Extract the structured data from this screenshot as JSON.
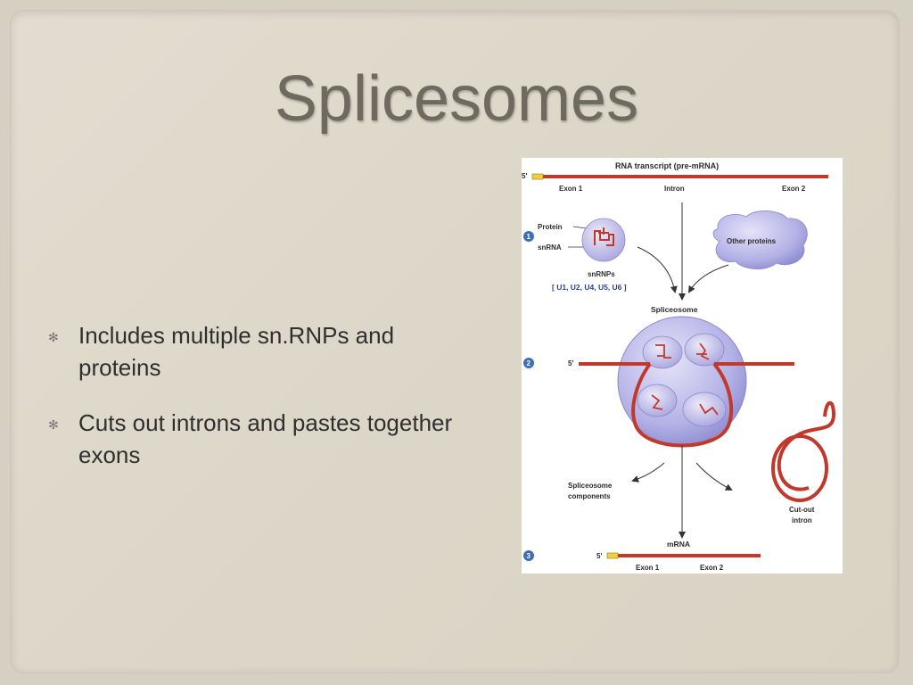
{
  "slide": {
    "title": "Splicesomes",
    "bullets": [
      "Includes multiple sn.RNPs and proteins",
      "Cuts out introns and pastes together exons"
    ]
  },
  "figure": {
    "header": "RNA transcript (pre-mRNA)",
    "five_prime": "5'",
    "exon1": "Exon 1",
    "intron": "Intron",
    "exon2": "Exon 2",
    "step1": "1",
    "step2": "2",
    "step3": "3",
    "protein": "Protein",
    "snrna": "snRNA",
    "snrnps": "snRNPs",
    "snrnp_list": "[ U1, U2, U4, U5, U6 ]",
    "other_proteins": "Other proteins",
    "spliceosome": "Spliceosome",
    "spliceosome_components_1": "Spliceosome",
    "spliceosome_components_2": "components",
    "cutout_1": "Cut-out",
    "cutout_2": "intron",
    "mrna": "mRNA",
    "colors": {
      "intron": "#c0392b",
      "exon": "#f2d03b",
      "blob": "#b8b6e8",
      "blue_text": "#2a3f9a"
    }
  }
}
